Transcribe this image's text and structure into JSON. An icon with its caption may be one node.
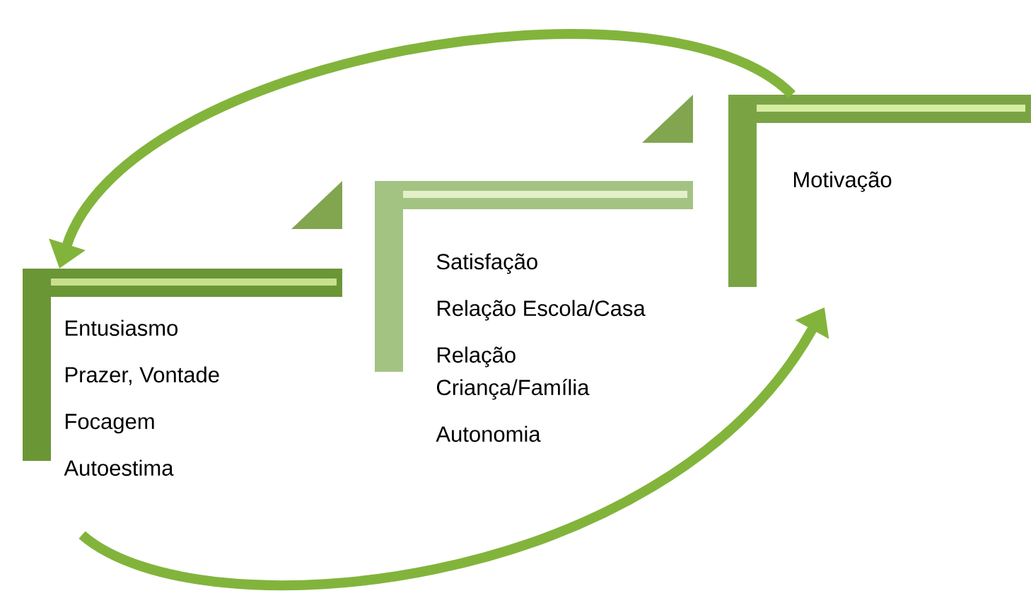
{
  "diagram": {
    "nodes": [
      {
        "text": [
          "Entusiasmo",
          "Prazer, Vontade",
          "Focagem",
          "Autoestima"
        ]
      },
      {
        "text": [
          "Satisfação",
          "Relação Escola/Casa",
          "Relação Criança/Família",
          "Autonomia"
        ]
      },
      {
        "text": [
          "Motivação"
        ]
      }
    ],
    "edges": [
      {
        "from": 2,
        "to": 0,
        "arrow": "to"
      },
      {
        "from": 0,
        "to": 2,
        "arrow": "to"
      }
    ]
  }
}
